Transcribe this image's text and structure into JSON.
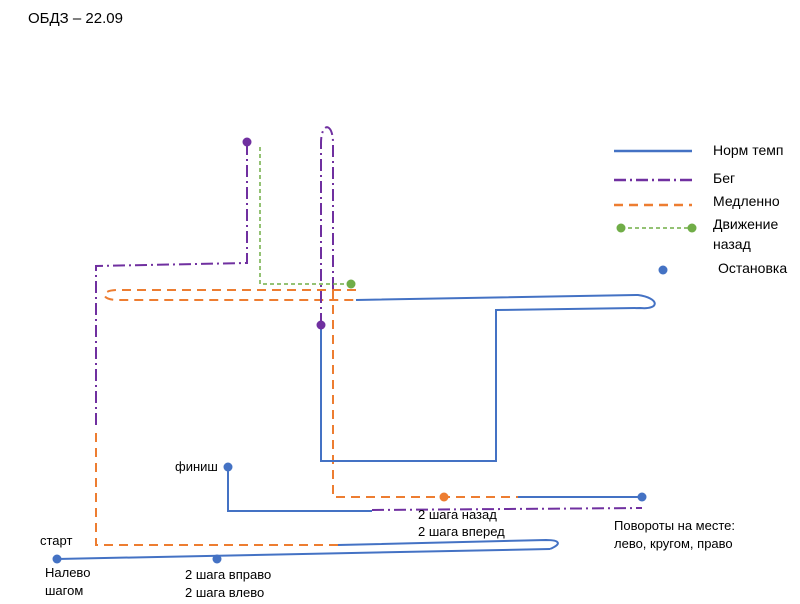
{
  "title": "ОБДЗ – 22.09",
  "colors": {
    "normal": "#4472C4",
    "run": "#7030A0",
    "slow": "#ED7D31",
    "back": "#70AD47"
  },
  "legend": {
    "normal": "Норм темп",
    "run": "Бег",
    "slow": "Медленно",
    "back_line1": "Движение",
    "back_line2": "назад",
    "stop": "Остановка"
  },
  "labels": {
    "start": "старт",
    "finish": "финиш",
    "left_step_1": "Налево",
    "left_step_2": "шагом",
    "steps_right": "2 шага вправо",
    "steps_left": "2 шага влево",
    "steps_back": "2 шага назад",
    "steps_forward": "2 шага вперед",
    "turns_1": "Повороты на месте:",
    "turns_2": "лево, кругом, право"
  }
}
